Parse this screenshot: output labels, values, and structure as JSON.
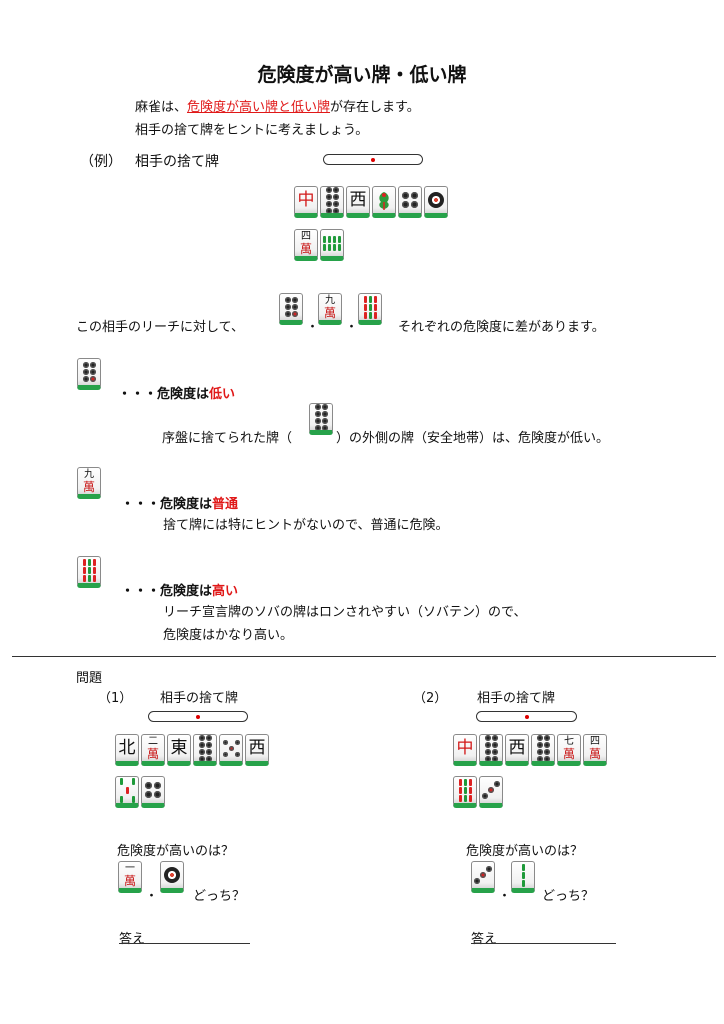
{
  "title": "危険度が高い牌・低い牌",
  "intro": {
    "l1_a": "麻雀は、",
    "l1_b": "危険度が高い牌と低い牌",
    "l1_c": "が存在します。",
    "l2": "相手の捨て牌をヒントに考えましょう。"
  },
  "example": {
    "label": "（例）",
    "discard_label": "相手の捨て牌",
    "row1": [
      "中",
      "8p",
      "西",
      "1s",
      "4p",
      "1p"
    ],
    "row2": [
      "4m",
      "8s"
    ]
  },
  "compare": {
    "a": "この相手のリーチに対して、",
    "b": "それぞれの危険度に差があります。",
    "sep": "・"
  },
  "cases": [
    {
      "pre": "・・・危険度は",
      "level": "低い",
      "desc1": "序盤に捨てられた牌（",
      "desc2": "）の外側の牌（安全地帯）は、危険度が低い。"
    },
    {
      "pre": "・・・危険度は",
      "level": "普通",
      "desc1": "捨て牌には特にヒントがないので、普通に危険。"
    },
    {
      "pre": "・・・危険度は",
      "level": "高い",
      "desc1": "リーチ宣言牌のソバの牌はロンされやすい（ソバテン）ので、",
      "desc2": "危険度はかなり高い。"
    }
  ],
  "problems": {
    "heading": "問題",
    "items": [
      {
        "num": "（1）",
        "discard_label": "相手の捨て牌",
        "question": "危険度が高いのは？",
        "which": "どっち？",
        "answer": "答え",
        "sep": "・"
      },
      {
        "num": "（2）",
        "discard_label": "相手の捨て牌",
        "question": "危険度が高いのは？",
        "which": "どっち？",
        "answer": "答え",
        "sep": "・"
      }
    ]
  },
  "tiles": {
    "chun": "中",
    "xi": "西",
    "bei": "北",
    "dong": "東",
    "man_mark": "萬",
    "n1": "一",
    "n2": "二",
    "n4": "四",
    "n7": "七",
    "n9": "九"
  },
  "colors": {
    "accent_red": "#e01818",
    "tile_green": "#27a24a"
  }
}
